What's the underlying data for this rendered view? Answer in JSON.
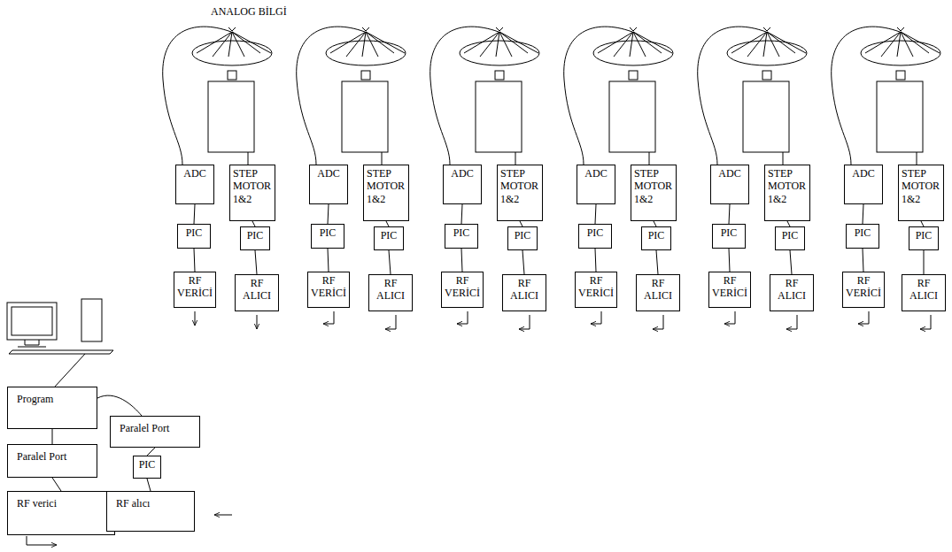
{
  "diagram": {
    "title": "ANALOG BİLGİ",
    "nodes": [
      {
        "text": [
          "ADC"
        ]
      },
      {
        "text": [
          "STEP MOTOR 1&2"
        ]
      },
      {
        "text": [
          "PIC"
        ]
      },
      {
        "text": [
          "PIC"
        ]
      },
      {
        "text": [
          "RF VERİCİ"
        ]
      },
      {
        "text": [
          "RF ALICI"
        ]
      },
      {
        "text": [
          "ADC"
        ]
      },
      {
        "text": [
          "STEP MOTOR 1&2"
        ]
      },
      {
        "text": [
          "PIC"
        ]
      },
      {
        "text": [
          "PIC"
        ]
      },
      {
        "text": [
          "RF VERİCİ"
        ]
      },
      {
        "text": [
          "RF ALICI"
        ]
      },
      {
        "text": [
          "ADC"
        ]
      },
      {
        "text": [
          "STEP MOTOR 1&2"
        ]
      },
      {
        "text": [
          "PIC"
        ]
      },
      {
        "text": [
          "PIC"
        ]
      },
      {
        "text": [
          "RF VERİCİ"
        ]
      },
      {
        "text": [
          "RF ALICI"
        ]
      },
      {
        "text": [
          "ADC"
        ]
      },
      {
        "text": [
          "STEP MOTOR 1&2"
        ]
      },
      {
        "text": [
          "PIC"
        ]
      },
      {
        "text": [
          "PIC"
        ]
      },
      {
        "text": [
          "RF VERİCİ"
        ]
      },
      {
        "text": [
          "RF ALICI"
        ]
      },
      {
        "text": [
          "ADC"
        ]
      },
      {
        "text": [
          "STEP MOTOR 1&2"
        ]
      },
      {
        "text": [
          "PIC"
        ]
      },
      {
        "text": [
          "PIC"
        ]
      },
      {
        "text": [
          "RF VERİCİ"
        ]
      },
      {
        "text": [
          "RF ALICI"
        ]
      },
      {
        "text": [
          "ADC"
        ]
      },
      {
        "text": [
          "STEP MOTOR 1&2"
        ]
      },
      {
        "text": [
          "PIC"
        ]
      },
      {
        "text": [
          "PIC"
        ]
      },
      {
        "text": [
          "RF VERİCİ"
        ]
      },
      {
        "text": [
          "RF ALICI"
        ]
      },
      {
        "text": [
          "Program"
        ]
      },
      {
        "text": [
          "Paralel Port"
        ]
      },
      {
        "text": [
          "Paralel Port"
        ]
      },
      {
        "text": [
          "PIC"
        ]
      },
      {
        "text": [
          "RF verici"
        ]
      },
      {
        "text": [
          "RF alıcı"
        ]
      }
    ],
    "edges": [
      {
        "from": 0,
        "to": 2,
        "arrow": "none"
      },
      {
        "from": 2,
        "to": 4,
        "arrow": "none"
      },
      {
        "from": 1,
        "to": 3,
        "arrow": "none"
      },
      {
        "from": 3,
        "to": 5,
        "arrow": "none"
      },
      {
        "from": 6,
        "to": 8,
        "arrow": "none"
      },
      {
        "from": 8,
        "to": 10,
        "arrow": "none"
      },
      {
        "from": 7,
        "to": 9,
        "arrow": "none"
      },
      {
        "from": 9,
        "to": 11,
        "arrow": "none"
      },
      {
        "from": 12,
        "to": 14,
        "arrow": "none"
      },
      {
        "from": 14,
        "to": 16,
        "arrow": "none"
      },
      {
        "from": 13,
        "to": 15,
        "arrow": "none"
      },
      {
        "from": 15,
        "to": 17,
        "arrow": "none"
      },
      {
        "from": 18,
        "to": 20,
        "arrow": "none"
      },
      {
        "from": 20,
        "to": 22,
        "arrow": "none"
      },
      {
        "from": 19,
        "to": 21,
        "arrow": "none"
      },
      {
        "from": 21,
        "to": 23,
        "arrow": "none"
      },
      {
        "from": 24,
        "to": 26,
        "arrow": "none"
      },
      {
        "from": 26,
        "to": 28,
        "arrow": "none"
      },
      {
        "from": 25,
        "to": 27,
        "arrow": "none"
      },
      {
        "from": 27,
        "to": 29,
        "arrow": "none"
      },
      {
        "from": 30,
        "to": 32,
        "arrow": "none"
      },
      {
        "from": 32,
        "to": 34,
        "arrow": "none"
      },
      {
        "from": 31,
        "to": 33,
        "arrow": "none"
      },
      {
        "from": 33,
        "to": 35,
        "arrow": "none"
      },
      {
        "from": 36,
        "to": 38,
        "arrow": "none"
      },
      {
        "from": 38,
        "to": 40,
        "arrow": "none"
      },
      {
        "from": 36,
        "to": 37,
        "arrow": "none"
      },
      {
        "from": 37,
        "to": 39,
        "arrow": "none"
      },
      {
        "from": 39,
        "to": 41,
        "arrow": "none"
      }
    ]
  }
}
